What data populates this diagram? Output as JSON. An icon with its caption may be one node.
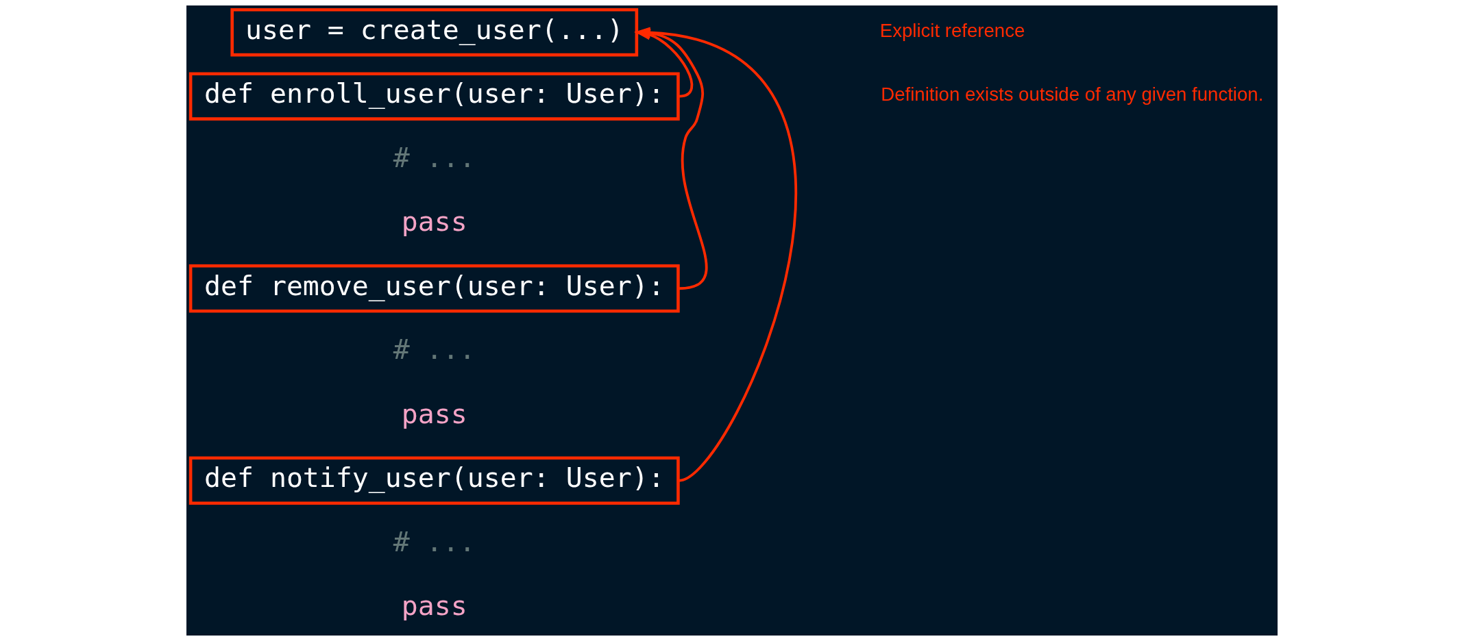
{
  "diagram": {
    "nodes": [
      {
        "text": [
          "user = create_user(...)"
        ]
      },
      {
        "text": [
          "def enroll_user(user: User):"
        ]
      },
      {
        "text": [
          "def remove_user(user: User):"
        ]
      },
      {
        "text": [
          "def notify_user(user: User):"
        ]
      }
    ],
    "edges": [
      {
        "from": 1,
        "to": 0,
        "arrow": "to"
      },
      {
        "from": 2,
        "to": 0,
        "arrow": "to"
      },
      {
        "from": 3,
        "to": 0,
        "arrow": "to"
      }
    ],
    "labels": [
      "# ...",
      "pass",
      "# ...",
      "pass",
      "# ...",
      "pass",
      "Explicit reference",
      "Definition exists outside of any given function."
    ]
  }
}
